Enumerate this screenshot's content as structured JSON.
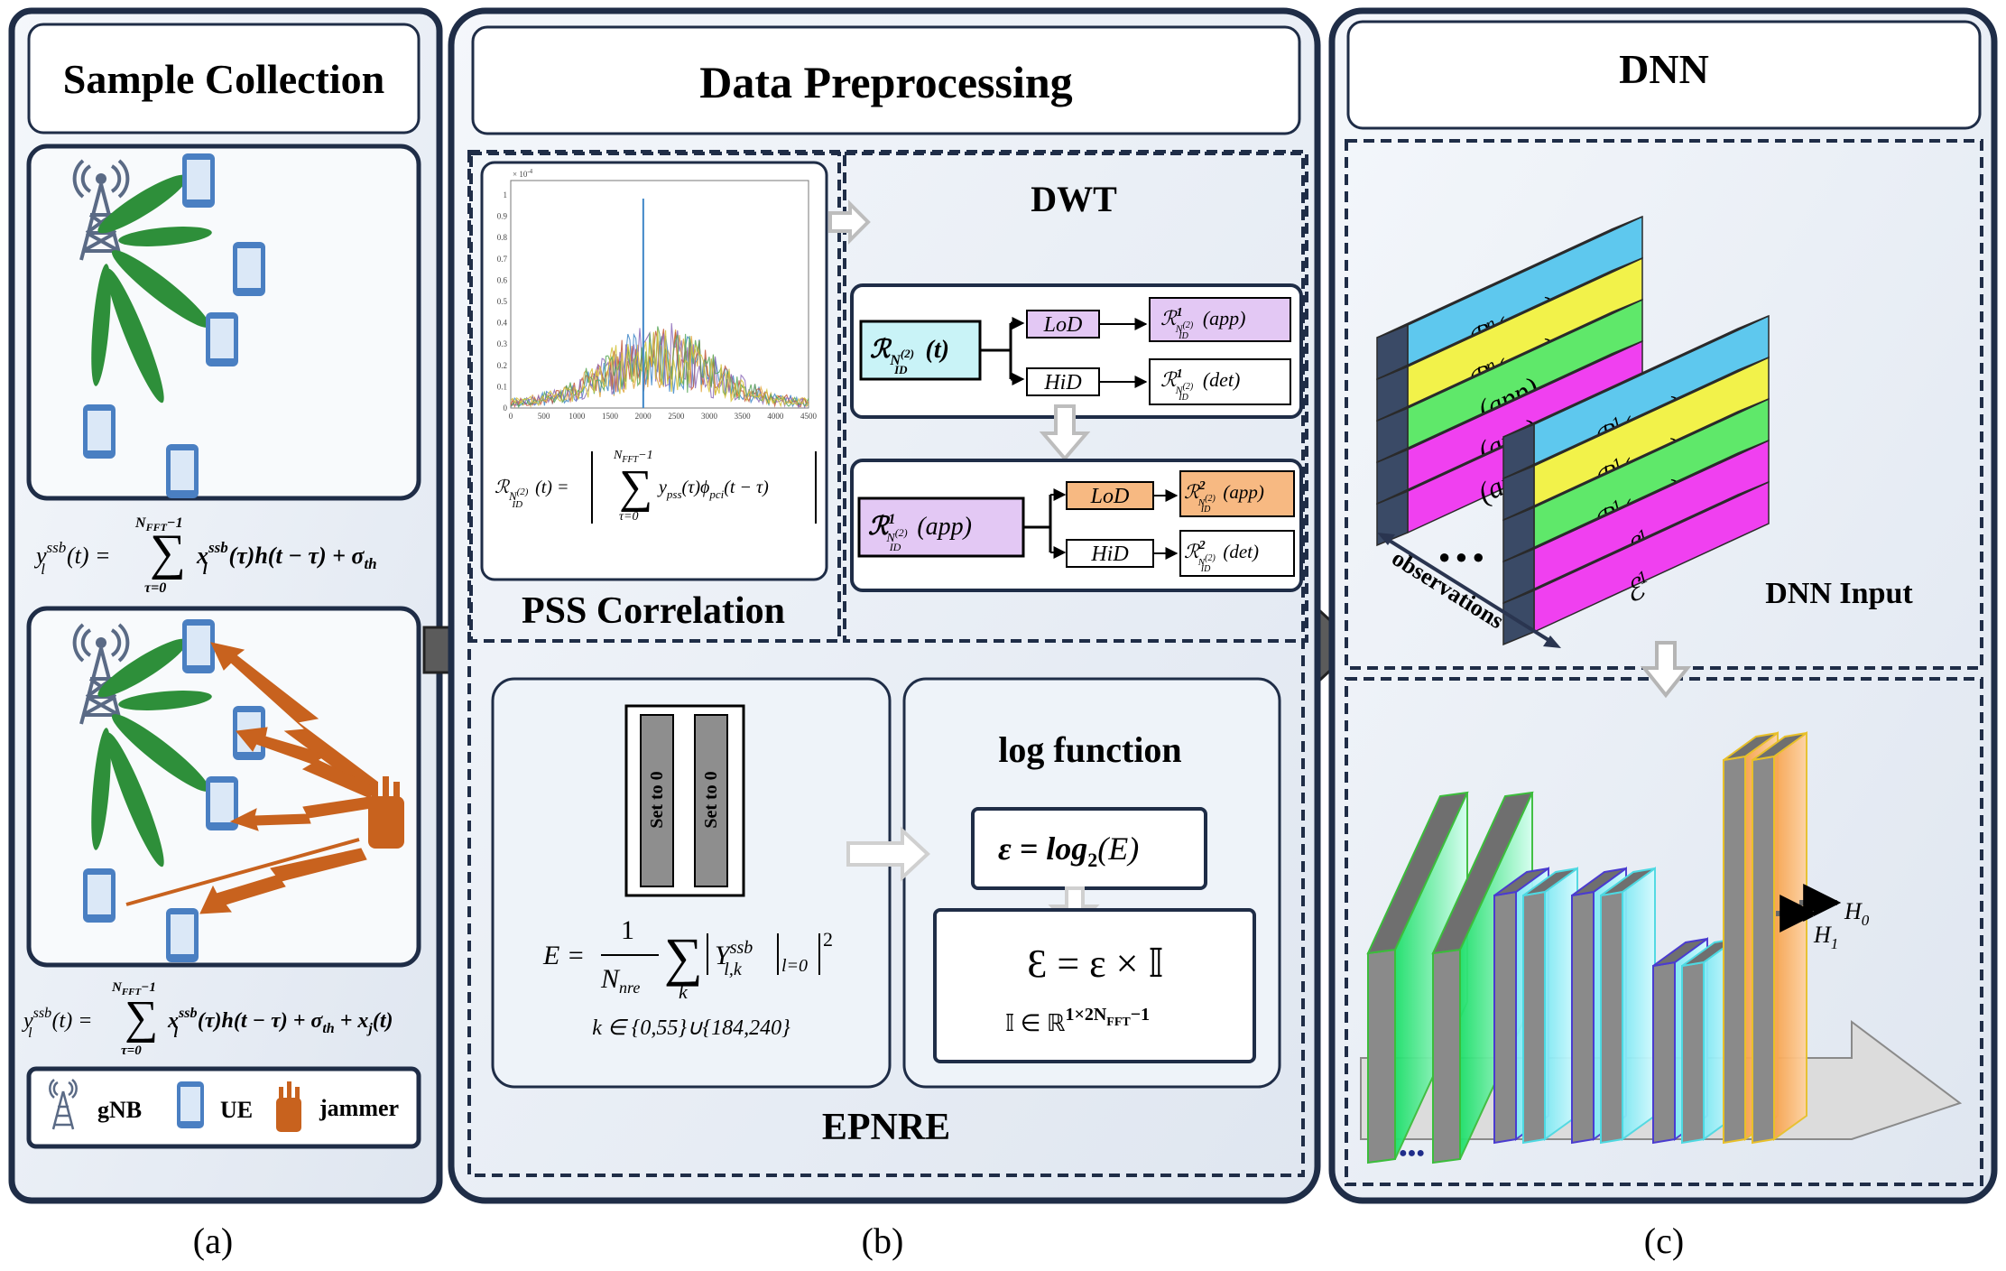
{
  "panel_a": {
    "title": "Sample Collection",
    "eq1": {
      "lhs": "y",
      "lhs_sup": "ssb",
      "lhs_sub": "l",
      "lhs_arg": "(t) =",
      "sum_top": "N",
      "sum_top_sub": "FFT",
      "sum_top_rest": "−1",
      "sum_bottom": "τ=0",
      "term": "x",
      "term_sup": "ssb",
      "term_sub": "l",
      "rest": "(τ)h(t − τ) + σ",
      "rest_sub": "th"
    },
    "eq2": {
      "lhs": "y",
      "lhs_sup": "ssb",
      "lhs_sub": "l",
      "lhs_arg": "(t) =",
      "sum_top": "N",
      "sum_top_sub": "FFT",
      "sum_top_rest": "−1",
      "sum_bottom": "τ=0",
      "term": "x",
      "term_sup": "ssb",
      "term_sub": "l",
      "rest": "(τ)h(t − τ) + σ",
      "rest_sub": "th",
      "extra": " + x",
      "extra_sub": "j",
      "extra_end": "(t)"
    },
    "legend": {
      "gnb": "gNB",
      "ue": "UE",
      "jammer": "jammer"
    },
    "caption": "(a)"
  },
  "panel_b": {
    "title": "Data Preprocessing",
    "pss_label": "PSS Correlation",
    "pss_plot": {
      "exp": "× 10",
      "exp_pow": "-4",
      "yticks": [
        "1",
        "0.9",
        "0.8",
        "0.7",
        "0.6",
        "0.5",
        "0.4",
        "0.3",
        "0.2",
        "0.1",
        "0"
      ],
      "xticks": [
        "0",
        "500",
        "1000",
        "1500",
        "2000",
        "2500",
        "3000",
        "3500",
        "4000",
        "4500"
      ]
    },
    "pss_eq": {
      "lhs": "ℛ",
      "lhs_sub": "N",
      "lhs_subsup": "(2)",
      "lhs_subsub": "ID",
      "lhs_arg": "(t) =",
      "sum_top": "N",
      "sum_top_sub": "FFT",
      "sum_top_rest": "−1",
      "sum_bottom": "τ=0",
      "y": "y",
      "y_sub": "pss",
      "mid": "(τ)ϕ",
      "phi_sub": "pci",
      "end": "(t − τ)"
    },
    "dwt": {
      "title": "DWT",
      "input1": "ℛ",
      "input1_arg": "(t)",
      "lod": "LoD",
      "hid": "HiD",
      "out1_app": "(app)",
      "out1_det": "(det)",
      "input2": "ℛ",
      "input2_arg": "(app)",
      "out2_app": "(app)",
      "out2_det": "(det)",
      "sup1": "1",
      "sup2": "2",
      "sub_n": "N",
      "sub_2": "(2)",
      "sub_id": "ID"
    },
    "epnre": {
      "label": "EPNRE",
      "set_to_0": "Set to 0",
      "eq_lhs": "E =",
      "frac_num": "1",
      "frac_den": "N",
      "frac_den_sub": "nre",
      "sum_sub": "k",
      "y": "Y",
      "y_sup": "ssb",
      "y_sub": "l,k",
      "bar_sub": "l=0",
      "pow": "2",
      "kset": "k ∈ {0,55}∪{184,240}"
    },
    "log": {
      "title": "log function",
      "eq1": "ε = log",
      "eq1_sub": "2",
      "eq1_end": "(E)",
      "eq2": "Ɛ = ε × 𝕀",
      "eq3": "𝕀 ∈ ℝ",
      "eq3_sup": "1×2N",
      "eq3_sup_sub": "FFT",
      "eq3_sup_end": "−1"
    },
    "caption": "(b)"
  },
  "panel_c": {
    "title": "DNN",
    "input_label": "DNN Input",
    "observations": "observations",
    "dots": "● ● ●",
    "back_stack": [
      "ℛ",
      "ℛ"
    ],
    "back_sup": [
      "η",
      "η"
    ],
    "back_sub": [
      "0",
      "1"
    ],
    "back_arg": "(app)",
    "front_stack_sup": [
      "1",
      "1",
      "1"
    ],
    "front_stack_sub": [
      "0",
      "1",
      "2"
    ],
    "eps": "ℰ",
    "eps_sup": "1",
    "out_h0": "H",
    "out_h0_sub": "0",
    "out_h1": "H",
    "out_h1_sub": "1",
    "caption": "(c)"
  },
  "colors": {
    "panel_border": "#1f2d47",
    "panel_fill": "#e9eef6",
    "tower": "#5a6a85",
    "beam": "#2e8f3a",
    "jam": "#c8621e",
    "phone": "#4a7fc2",
    "blue_layer": "#5ec8ee",
    "yellow_layer": "#f2f24a",
    "green_layer": "#5fe86a",
    "magenta_layer": "#f040f0",
    "lod_fill": "#f7b982",
    "purple_fill": "#e3c8f4",
    "cyan_fill": "#c9f3f7"
  }
}
